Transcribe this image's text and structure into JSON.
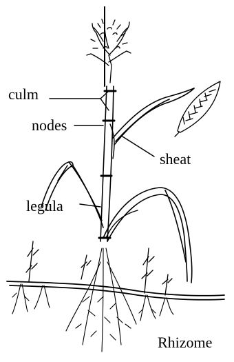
{
  "labels": {
    "culm": "culm",
    "nodes": "nodes",
    "sheat": "sheat",
    "legula": "legula",
    "rhizome": "Rhizome"
  }
}
